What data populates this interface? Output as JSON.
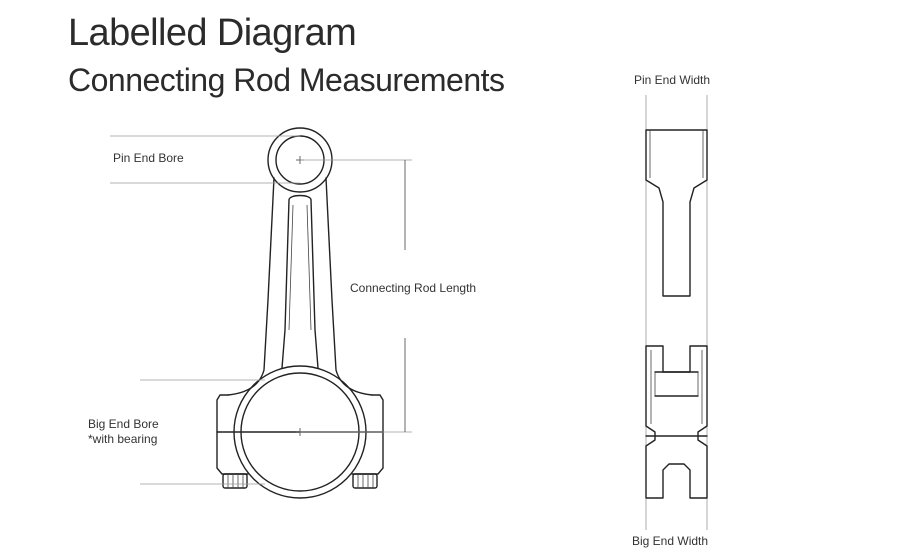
{
  "title": "Labelled Diagram",
  "subtitle": "Connecting Rod Measurements",
  "labels": {
    "pin_end_bore": "Pin End Bore",
    "connecting_rod_length": "Connecting Rod Length",
    "big_end_bore_line1": "Big End Bore",
    "big_end_bore_line2": "*with bearing",
    "pin_end_width": "Pin End Width",
    "big_end_width": "Big End Width"
  }
}
